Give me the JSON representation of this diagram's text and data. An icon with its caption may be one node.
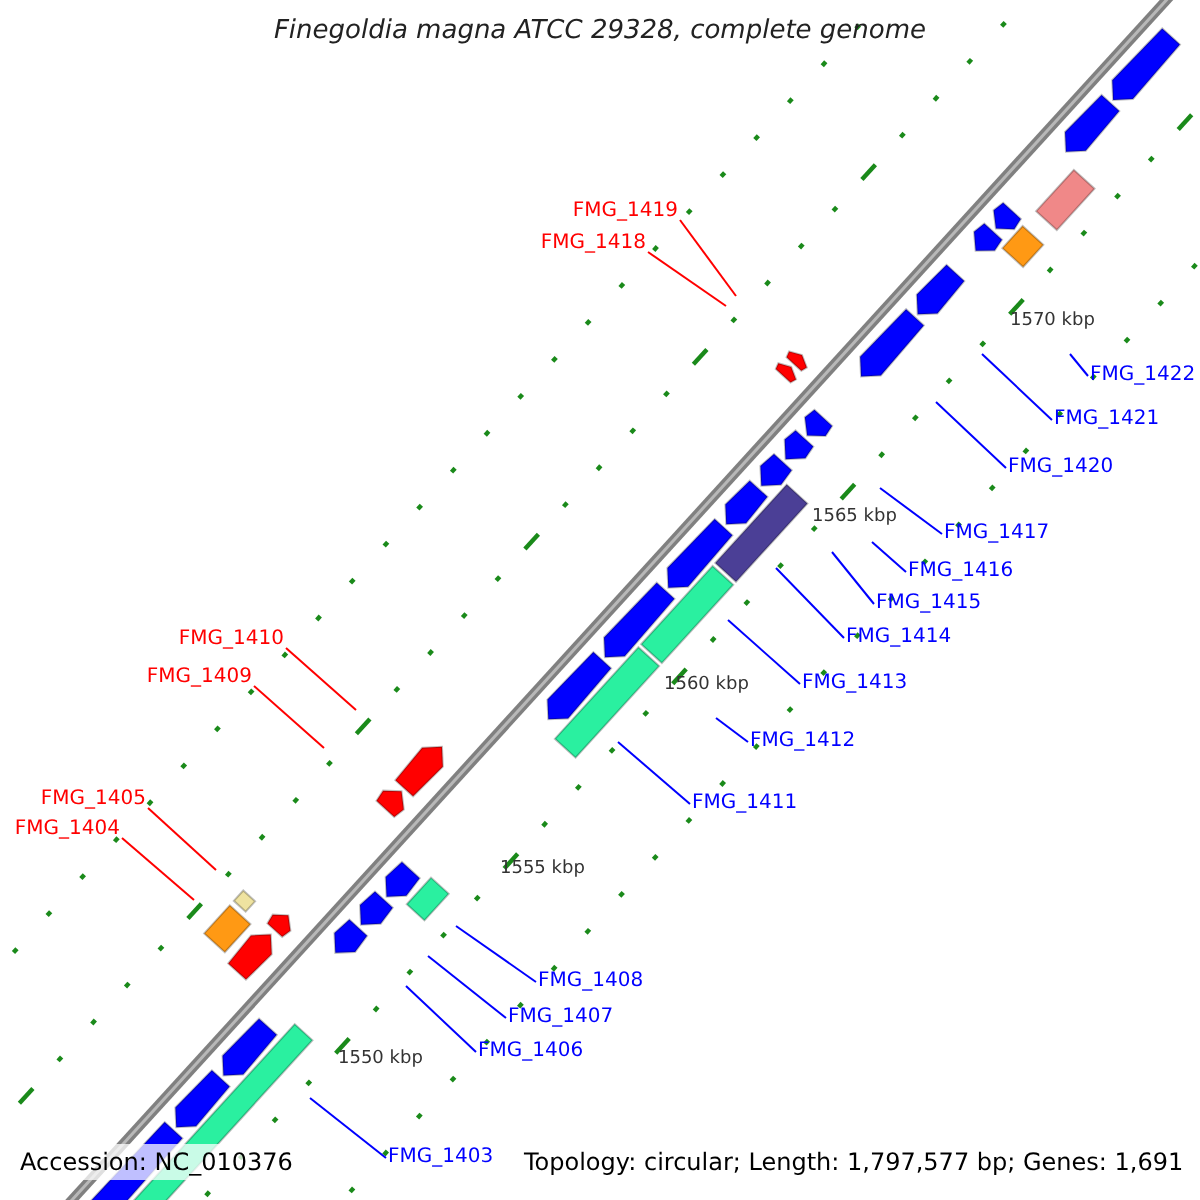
{
  "diagram": {
    "title": "Finegoldia magna ATCC 29328, complete genome",
    "nodes": [
      {
        "text": [
          "FMG_1419"
        ]
      },
      {
        "text": [
          "FMG_1418"
        ]
      },
      {
        "text": [
          "FMG_1422"
        ]
      },
      {
        "text": [
          "FMG_1421"
        ]
      },
      {
        "text": [
          "FMG_1420"
        ]
      },
      {
        "text": [
          "FMG_1417"
        ]
      },
      {
        "text": [
          "FMG_1416"
        ]
      },
      {
        "text": [
          "FMG_1415"
        ]
      },
      {
        "text": [
          "FMG_1414"
        ]
      },
      {
        "text": [
          "FMG_1413"
        ]
      },
      {
        "text": [
          "FMG_1412"
        ]
      },
      {
        "text": [
          "FMG_1411"
        ]
      },
      {
        "text": [
          "FMG_1410"
        ]
      },
      {
        "text": [
          "FMG_1409"
        ]
      },
      {
        "text": [
          "FMG_1405"
        ]
      },
      {
        "text": [
          "FMG_1404"
        ]
      },
      {
        "text": [
          "FMG_1408"
        ]
      },
      {
        "text": [
          "FMG_1407"
        ]
      },
      {
        "text": [
          "FMG_1406"
        ]
      },
      {
        "text": [
          "FMG_1403"
        ]
      }
    ],
    "edges": [
      {
        "from": 0,
        "to": null,
        "arrow": "none",
        "color": "#ff0000"
      },
      {
        "from": 1,
        "to": null,
        "arrow": "none",
        "color": "#ff0000"
      },
      {
        "from": 2,
        "to": null,
        "arrow": "none"
      },
      {
        "from": 3,
        "to": null,
        "arrow": "none"
      },
      {
        "from": 4,
        "to": null,
        "arrow": "none"
      },
      {
        "from": 5,
        "to": null,
        "arrow": "none"
      },
      {
        "from": 6,
        "to": null,
        "arrow": "none"
      },
      {
        "from": 7,
        "to": null,
        "arrow": "none"
      },
      {
        "from": 8,
        "to": null,
        "arrow": "none"
      },
      {
        "from": 9,
        "to": null,
        "arrow": "none"
      },
      {
        "from": 10,
        "to": null,
        "arrow": "none"
      },
      {
        "from": 11,
        "to": null,
        "arrow": "none"
      },
      {
        "from": 12,
        "to": null,
        "arrow": "none",
        "color": "#ff0000"
      },
      {
        "from": 13,
        "to": null,
        "arrow": "none",
        "color": "#ff0000"
      },
      {
        "from": 14,
        "to": null,
        "arrow": "none",
        "color": "#ff0000"
      },
      {
        "from": 15,
        "to": null,
        "arrow": "none",
        "color": "#ff0000"
      },
      {
        "from": 16,
        "to": null,
        "arrow": "none"
      },
      {
        "from": 17,
        "to": null,
        "arrow": "none"
      },
      {
        "from": 18,
        "to": null,
        "arrow": "none"
      },
      {
        "from": 19,
        "to": null,
        "arrow": "none"
      }
    ],
    "labels": [
      "1570 kbp",
      "1565 kbp",
      "1560 kbp",
      "1555 kbp",
      "1550 kbp",
      "Accession: NC_010376",
      "Topology: circular; Length: 1,797,577 bp; Genes: 1,691"
    ]
  }
}
